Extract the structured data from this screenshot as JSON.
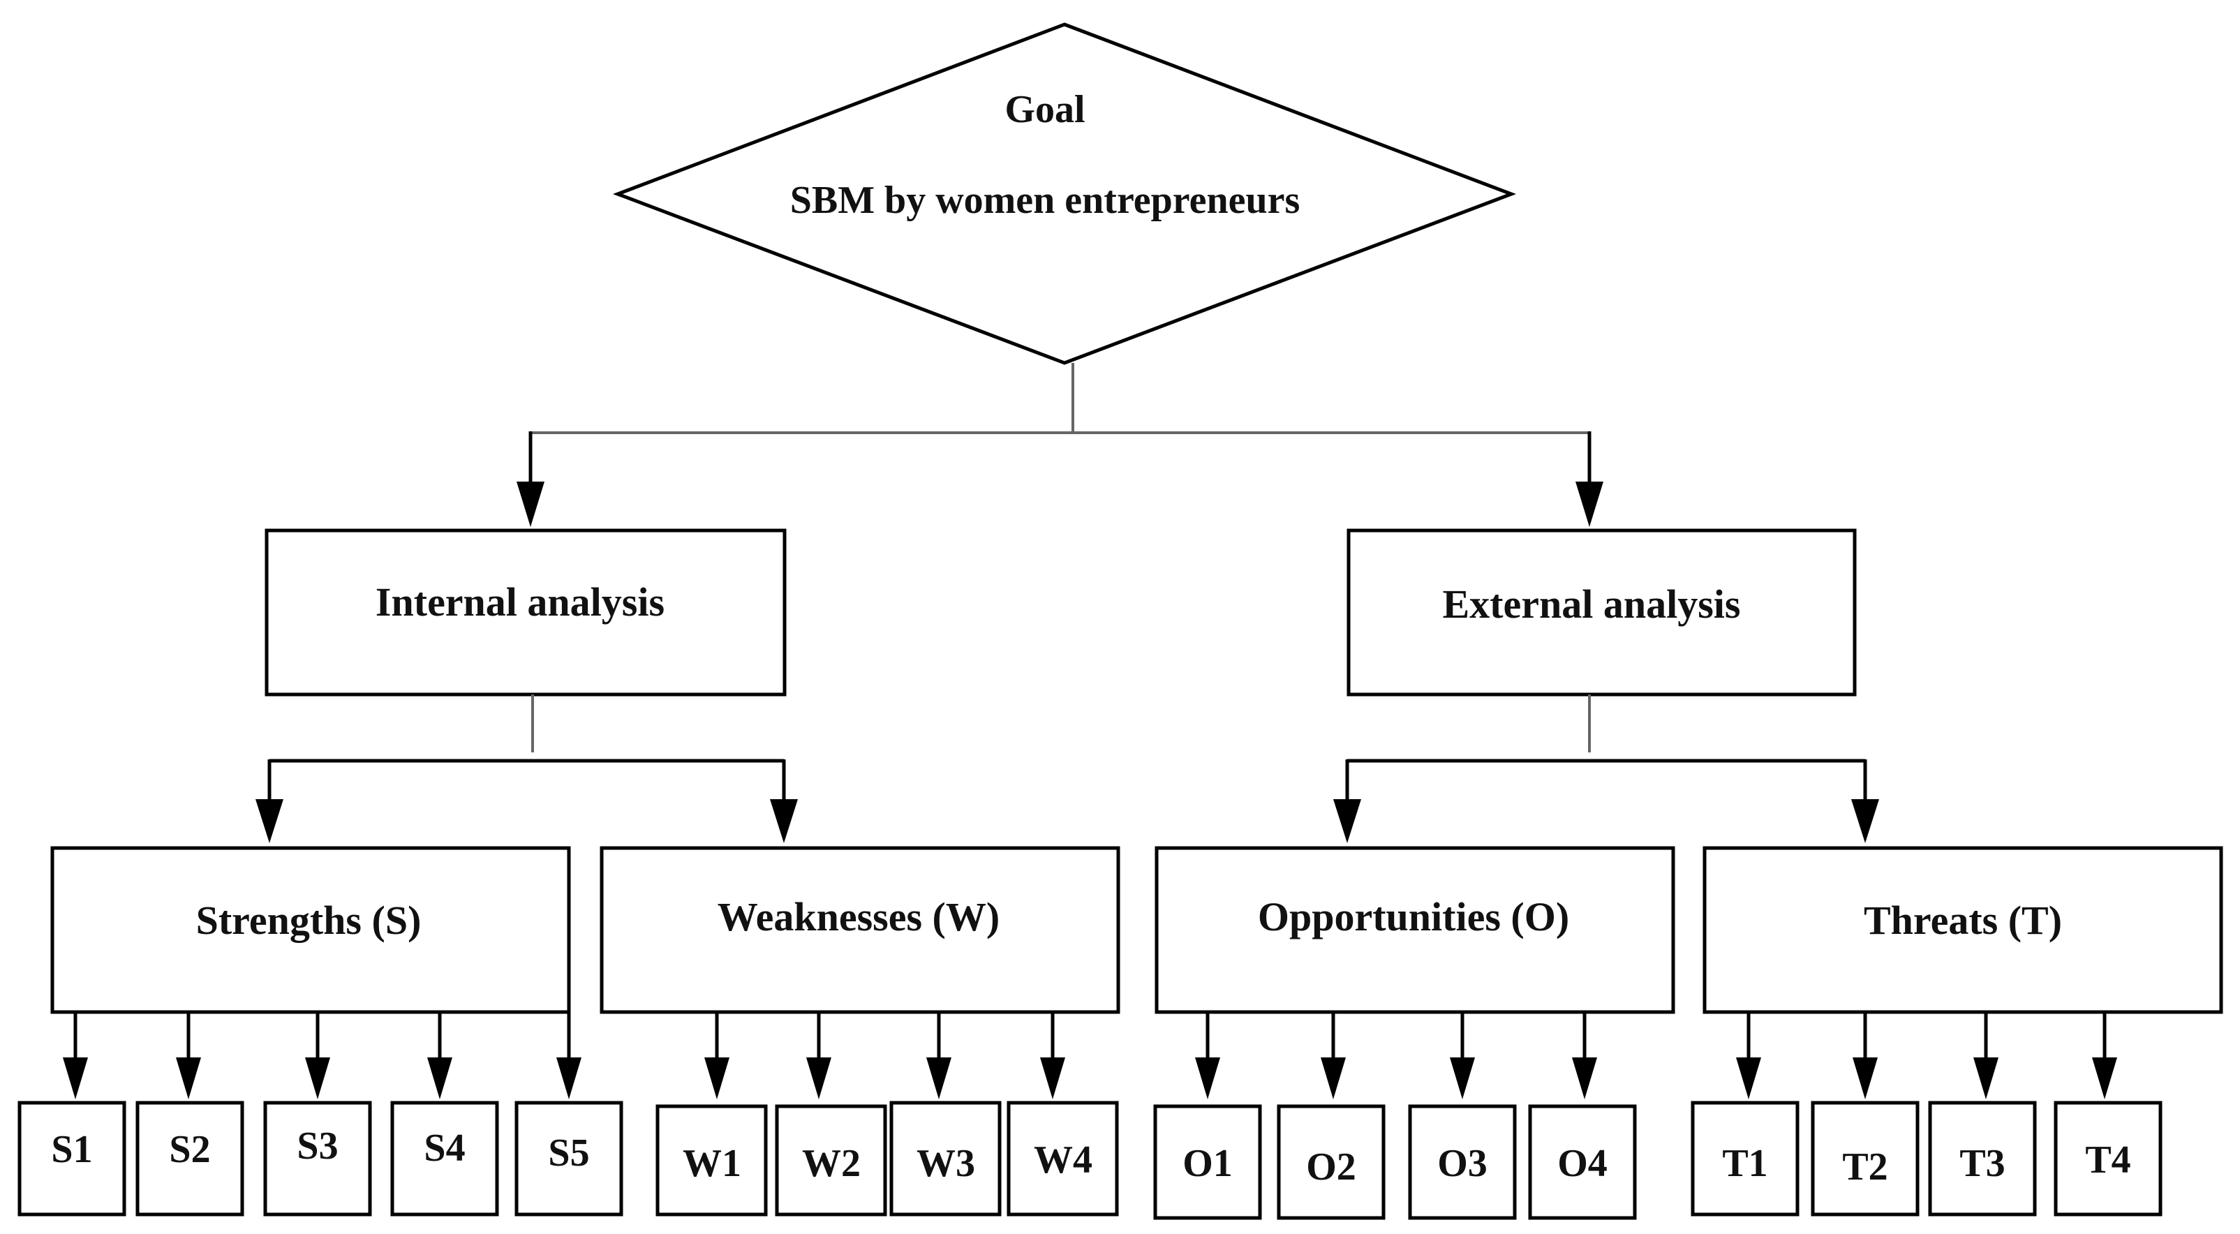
{
  "goal": {
    "heading": "Goal",
    "subtitle": "SBM by women entrepreneurs"
  },
  "analysis": {
    "internal": "Internal analysis",
    "external": "External analysis"
  },
  "categories": {
    "strengths": "Strengths (S)",
    "weaknesses": "Weaknesses (W)",
    "opportunities": "Opportunities (O)",
    "threats": "Threats (T)"
  },
  "items": {
    "strengths": [
      "S1",
      "S2",
      "S3",
      "S4",
      "S5"
    ],
    "weaknesses": [
      "W1",
      "W2",
      "W3",
      "W4"
    ],
    "opportunities": [
      "O1",
      "O2",
      "O3",
      "O4"
    ],
    "threats": [
      "T1",
      "T2",
      "T3",
      "T4"
    ]
  }
}
